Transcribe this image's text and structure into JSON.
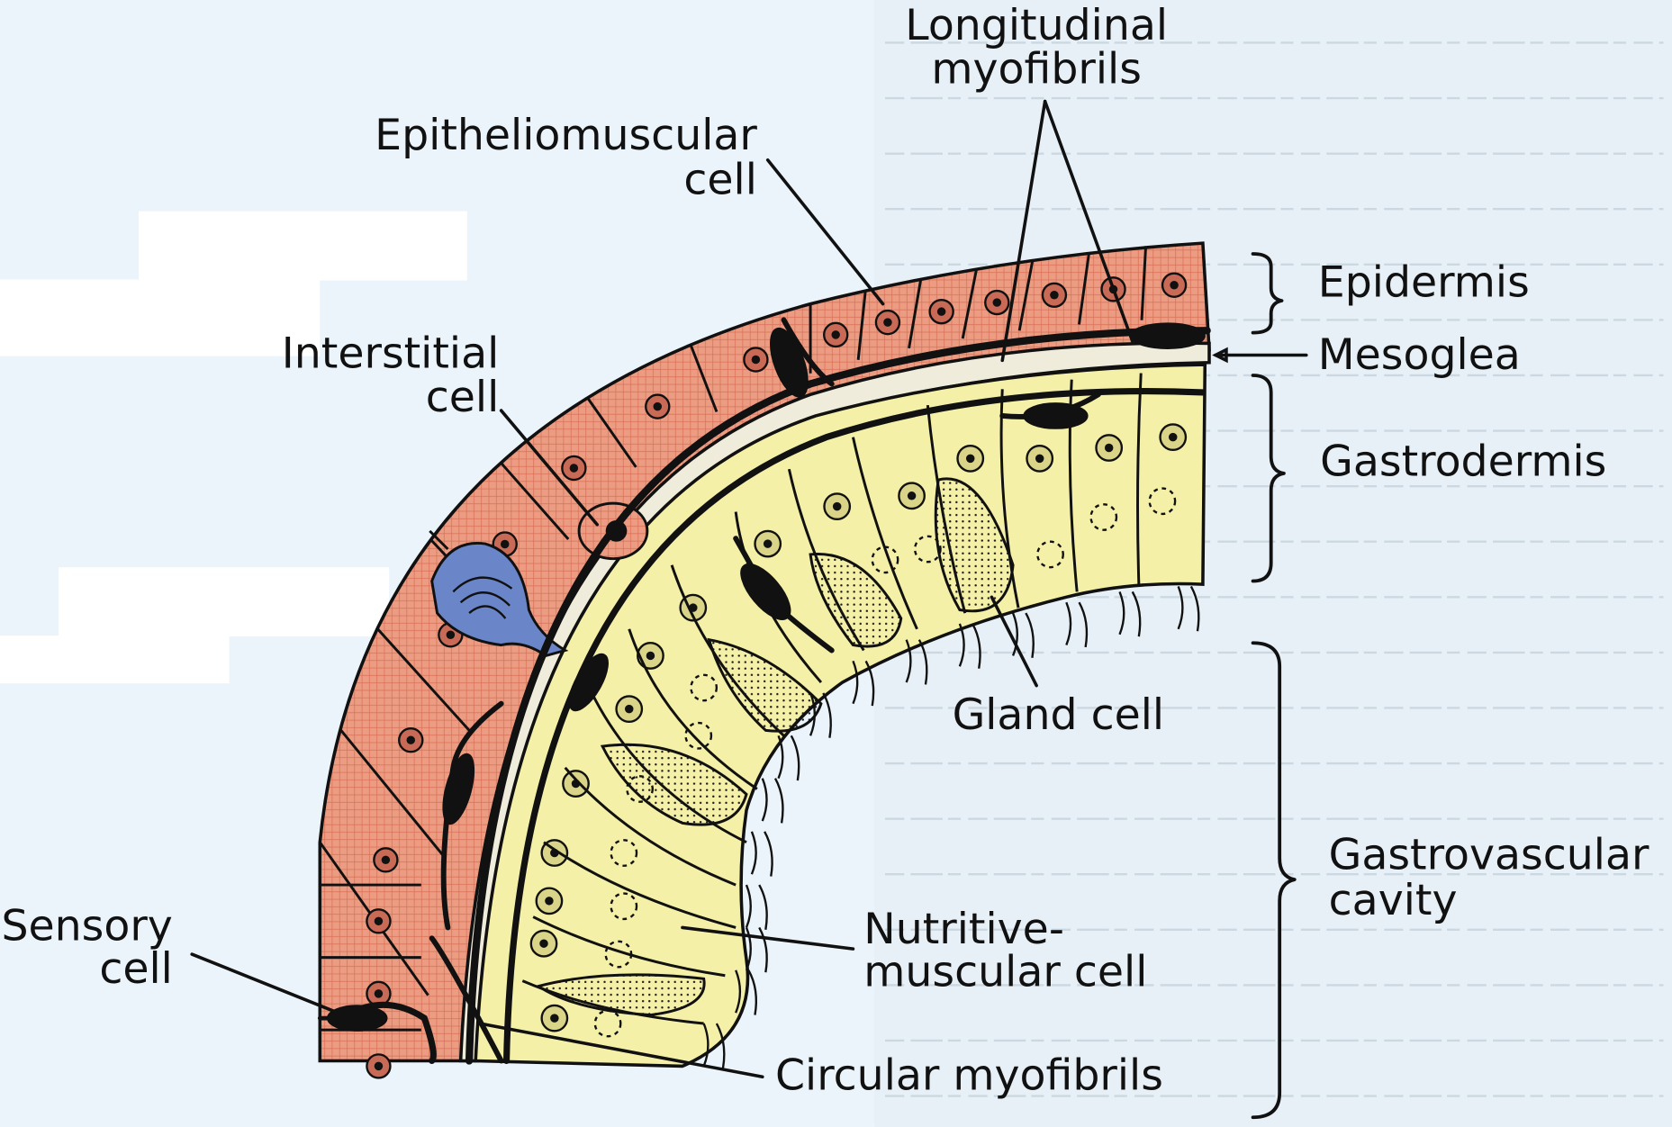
{
  "title": "",
  "labels": {
    "longitudinal_myofibrils_1": "Longitudinal",
    "longitudinal_myofibrils_2": "myofibrils",
    "epitheliomuscular_1": "Epitheliomuscular",
    "epitheliomuscular_2": "cell",
    "interstitial_1": "Interstitial",
    "interstitial_2": "cell",
    "sensory_1": "Sensory",
    "sensory_2": "cell",
    "epidermis": "Epidermis",
    "mesoglea": "Mesoglea",
    "gastrodermis": "Gastrodermis",
    "gland_cell": "Gland cell",
    "gastrovascular_1": "Gastrovascular",
    "gastrovascular_2": "cavity",
    "nutritive_1": "Nutritive-",
    "nutritive_2": "muscular cell",
    "circular_myofibrils": "Circular myofibrils"
  },
  "colors": {
    "epidermis": "#eb9c82",
    "gastrodermis": "#f5f0a8",
    "mesoglea": "#f0ecdc",
    "sensory_cell": "#6a86c9",
    "ink": "#111111",
    "background": "#eaf4fa"
  }
}
